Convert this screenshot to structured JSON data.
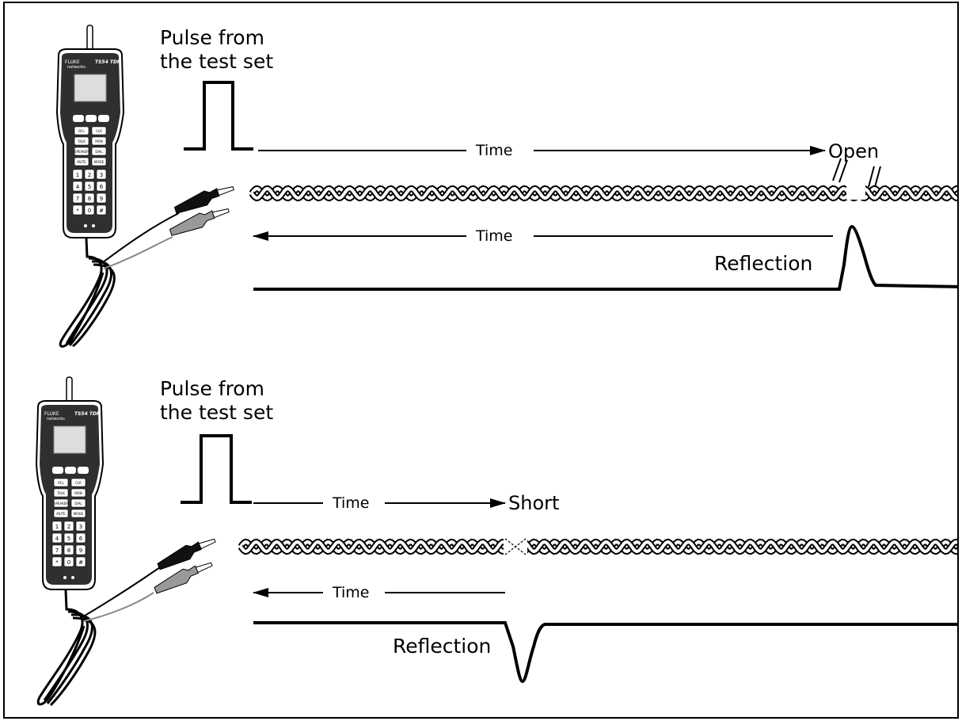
{
  "panels": [
    {
      "pulse_label_line1": "Pulse from",
      "pulse_label_line2": "the test set",
      "time_forward": "Time",
      "fault": "Open",
      "time_back": "Time",
      "reflection": "Reflection",
      "reflection_direction": "up"
    },
    {
      "pulse_label_line1": "Pulse from",
      "pulse_label_line2": "the test set",
      "time_forward": "Time",
      "fault": "Short",
      "time_back": "Time",
      "reflection": "Reflection",
      "reflection_direction": "down"
    }
  ],
  "device": {
    "brand_line1": "FLUKE",
    "brand_line2": "networks",
    "model": "TS54 TDR",
    "keys": [
      "RCL",
      "CLR",
      "TALK",
      "MON",
      "SPEAKER",
      "DIAL",
      "MUTE",
      "MODE",
      "1",
      "2",
      "3",
      "4",
      "5",
      "6",
      "7",
      "8",
      "9",
      "*",
      "0",
      "#"
    ]
  }
}
